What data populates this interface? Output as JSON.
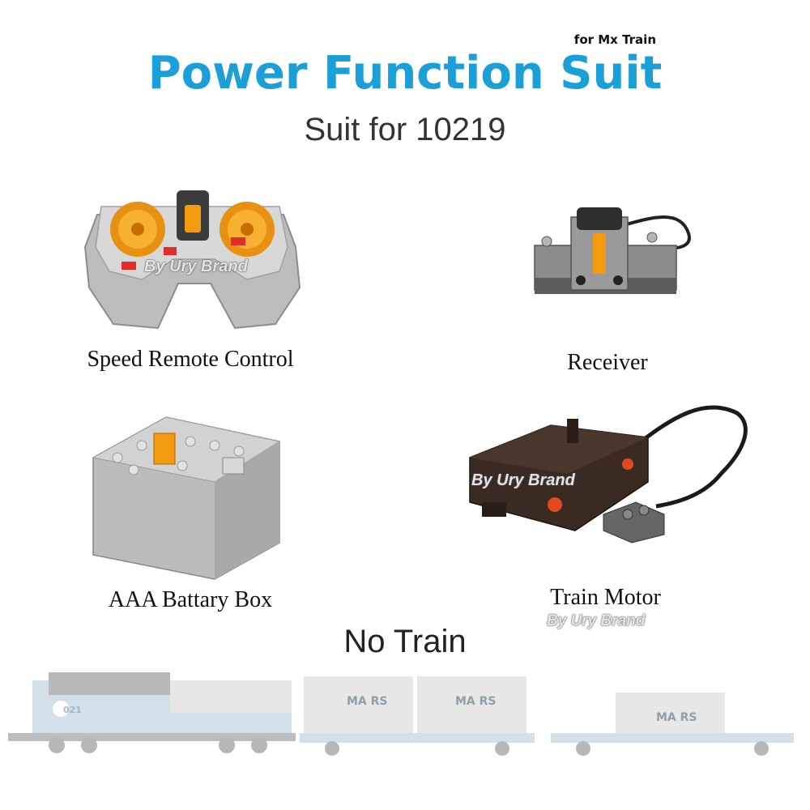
{
  "header": {
    "tag": "for Mx Train",
    "title": "Power Function Suit",
    "subtitle": "Suit for 10219"
  },
  "products": [
    {
      "label": "Speed Remote Control",
      "watermark": "By Ury Brand"
    },
    {
      "label": "Receiver"
    },
    {
      "label": "AAA Battary Box"
    },
    {
      "label": "Train Motor",
      "watermark": "By Ury Brand",
      "watermark2": "By Ury Brand"
    }
  ],
  "footer": {
    "note": "No Train",
    "wagon_text_1": "MA RS",
    "wagon_text_2": "MA RS",
    "wagon_text_3": "MA RS",
    "loco_number": "021"
  },
  "colors": {
    "title_blue": "#1a9fd8",
    "lego_grey": "#c9c9c9",
    "lego_dark": "#5a5a5a",
    "orange": "#f5a018",
    "motor_brown": "#3a2a22"
  }
}
